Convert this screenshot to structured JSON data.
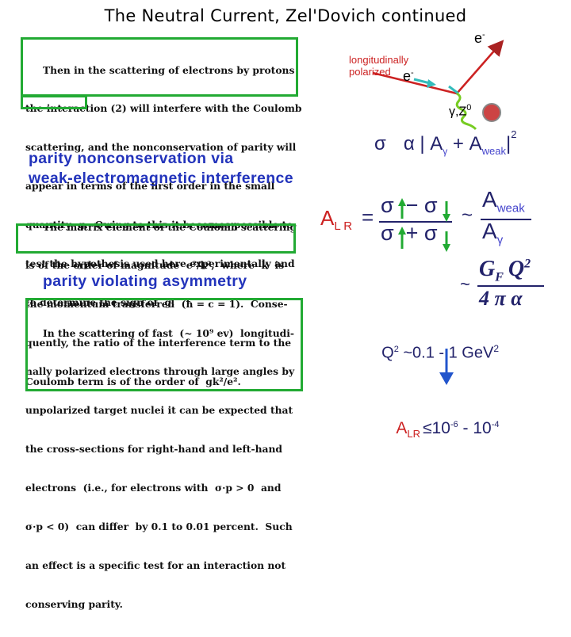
{
  "title": "The Neutral Current, Zel'Dovich continued",
  "block1": [
    "Then in the scattering of electrons by protons",
    "the interaction (2) will interfere with the Coulomb",
    "scattering, and the nonconservation of parity will",
    "appear in terms of the first order in the small",
    "quantity  g.  Owing to this it becomes possible to",
    "test the hypothesis used here experimentally and",
    "to determine the sign of  g."
  ],
  "heading1": [
    "parity nonconservation via",
    "weak-electromagnetic interference"
  ],
  "block2": [
    "The matrix element of the Coulomb scattering",
    "is of the order of magnitude  e²/k²,  where  k  is",
    "the momentum transferred  (ħ = c = 1).  Conse-",
    "quently, the ratio of the interference term to the",
    "Coulomb term is of the order of  gk²/e²."
  ],
  "heading2": "parity violating asymmetry",
  "block3": [
    "In the scattering of fast  (~ 10⁹ ev)  longitudi-",
    "nally polarized electrons through large angles by",
    "unpolarized target nuclei it can be expected that",
    "the cross-sections for right-hand and left-hand",
    "electrons  (i.e., for electrons with  σ·p > 0  and",
    "σ·p < 0)  can differ  by 0.1 to 0.01 percent.  Such",
    "an effect is a specific test for an interaction not",
    "conserving parity."
  ],
  "diagram": {
    "label_line1": "longitudinally",
    "label_line2": "polarized",
    "e_in": "e",
    "e_in_sup": "-",
    "e_out": "e",
    "e_out_sup": "-",
    "boson": "γ,Z",
    "boson_sup": "0"
  },
  "equations": {
    "sigma": "σ",
    "alpha_abs": "α | A",
    "gamma_sub": "γ",
    "plus_a": " + A",
    "weak_sub": "weak",
    "abs_close": "|",
    "square_sup": "2",
    "alr_a": "A",
    "alr_sub": "L R",
    "equals": "=",
    "num": "σ  − σ",
    "den": "σ  + σ",
    "approx": "~",
    "ratio_num": "A",
    "ratio_num_sub": "weak",
    "ratio_den": "A",
    "ratio_den_sub": "γ",
    "gf_num": "G",
    "gf_sub": "F",
    "q2": "Q",
    "q2_sup": "2",
    "gf_den": "4 π α",
    "q2_range_q": "Q",
    "q2_range_sup": "2",
    "q2_range_text": " ~0.1 - 1 GeV",
    "q2_range_unit_sup": "2",
    "final_a": "A",
    "final_sub": "LR",
    "final_leq": "≤",
    "final_10": "10",
    "final_exp1": "-6",
    "final_dash": " - 10",
    "final_exp2": "-4"
  },
  "colors": {
    "green_box": "#22aa33",
    "heading_blue": "#2233bb",
    "alr_red": "#cc2222",
    "eq_navy": "#22226a",
    "arrow_blue": "#2255cc"
  }
}
